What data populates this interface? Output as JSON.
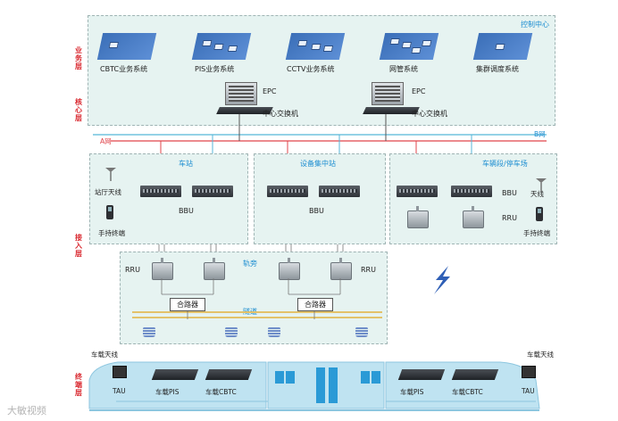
{
  "layers": {
    "business": "业务层",
    "core": "核心层",
    "access": "接入层",
    "terminal": "终端层"
  },
  "control_center": "控制中心",
  "business_systems": [
    "CBTC业务系统",
    "PIS业务系统",
    "CCTV业务系统",
    "网管系统",
    "集群调度系统"
  ],
  "core": {
    "epc": "EPC",
    "switch": "中心交换机"
  },
  "networks": {
    "b_net": "B网",
    "a_net": "A网"
  },
  "zones": {
    "station": "车站",
    "equipment_station": "设备集中站",
    "depot": "车辆段/停车场",
    "track": "轨旁",
    "tunnel": "隧道"
  },
  "labels": {
    "hall_antenna": "站厅天线",
    "handheld": "手持终端",
    "bbu": "BBU",
    "rru": "RRU",
    "antenna": "天线",
    "combiner": "合路器",
    "car_antenna": "车载天线",
    "tau": "TAU",
    "car_pis": "车载PIS",
    "car_cbtc": "车载CBTC"
  },
  "watermark": "大敏视频"
}
